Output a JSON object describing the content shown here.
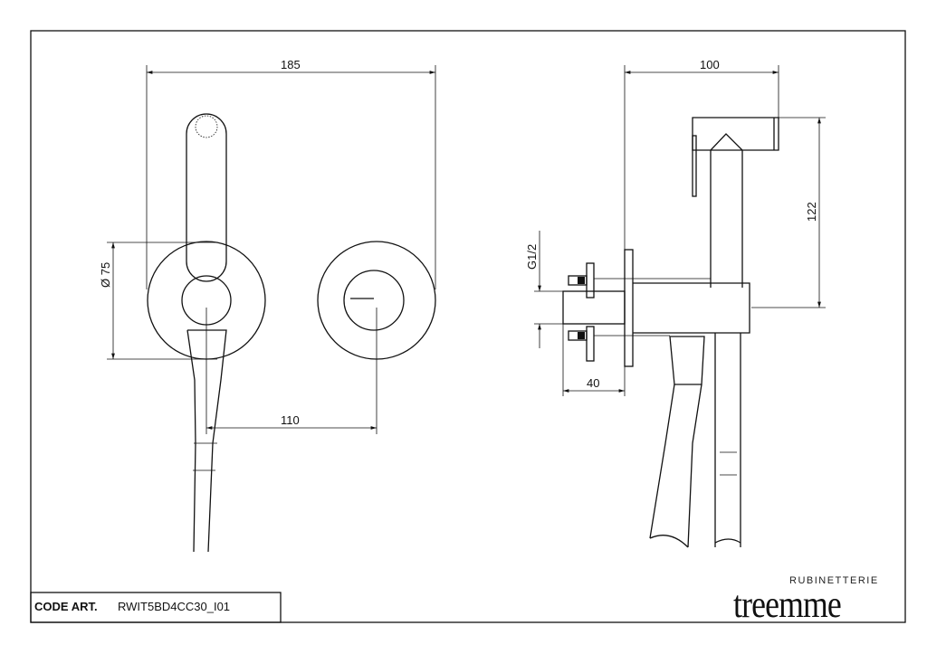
{
  "drawing": {
    "front_view": {
      "width_dim": "185",
      "rosette_dim": "Ø 75",
      "spacing_dim": "110"
    },
    "side_view": {
      "depth_dim": "100",
      "height_dim": "122",
      "thread_dim": "G1/2",
      "embed_dim": "40"
    }
  },
  "title_block": {
    "code_label": "CODE ART.",
    "code_value": "RWIT5BD4CC30_I01"
  },
  "brand": {
    "sub": "RUBINETTERIE",
    "name": "treemme"
  }
}
